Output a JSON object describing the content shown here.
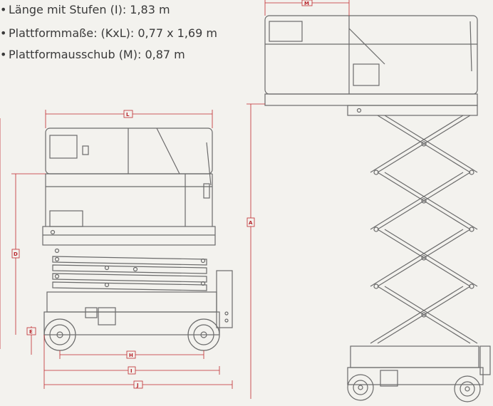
{
  "specs": [
    {
      "bullet": "•",
      "text": "Länge mit Stufen (I): 1,83 m"
    },
    {
      "bullet": "•",
      "text": "Plattformmaße: (KxL): 0,77 x 1,69 m"
    },
    {
      "bullet": "•",
      "text": "Plattformausschub (M): 0,87 m"
    }
  ],
  "dimensions": {
    "L": "L",
    "M": "M",
    "A": "A",
    "D": "D",
    "E": "E",
    "H": "H",
    "I": "I",
    "J": "J"
  },
  "colors": {
    "line": "#6b6b6b",
    "dim": "#c0282d",
    "paper": "#f3f2ee"
  }
}
